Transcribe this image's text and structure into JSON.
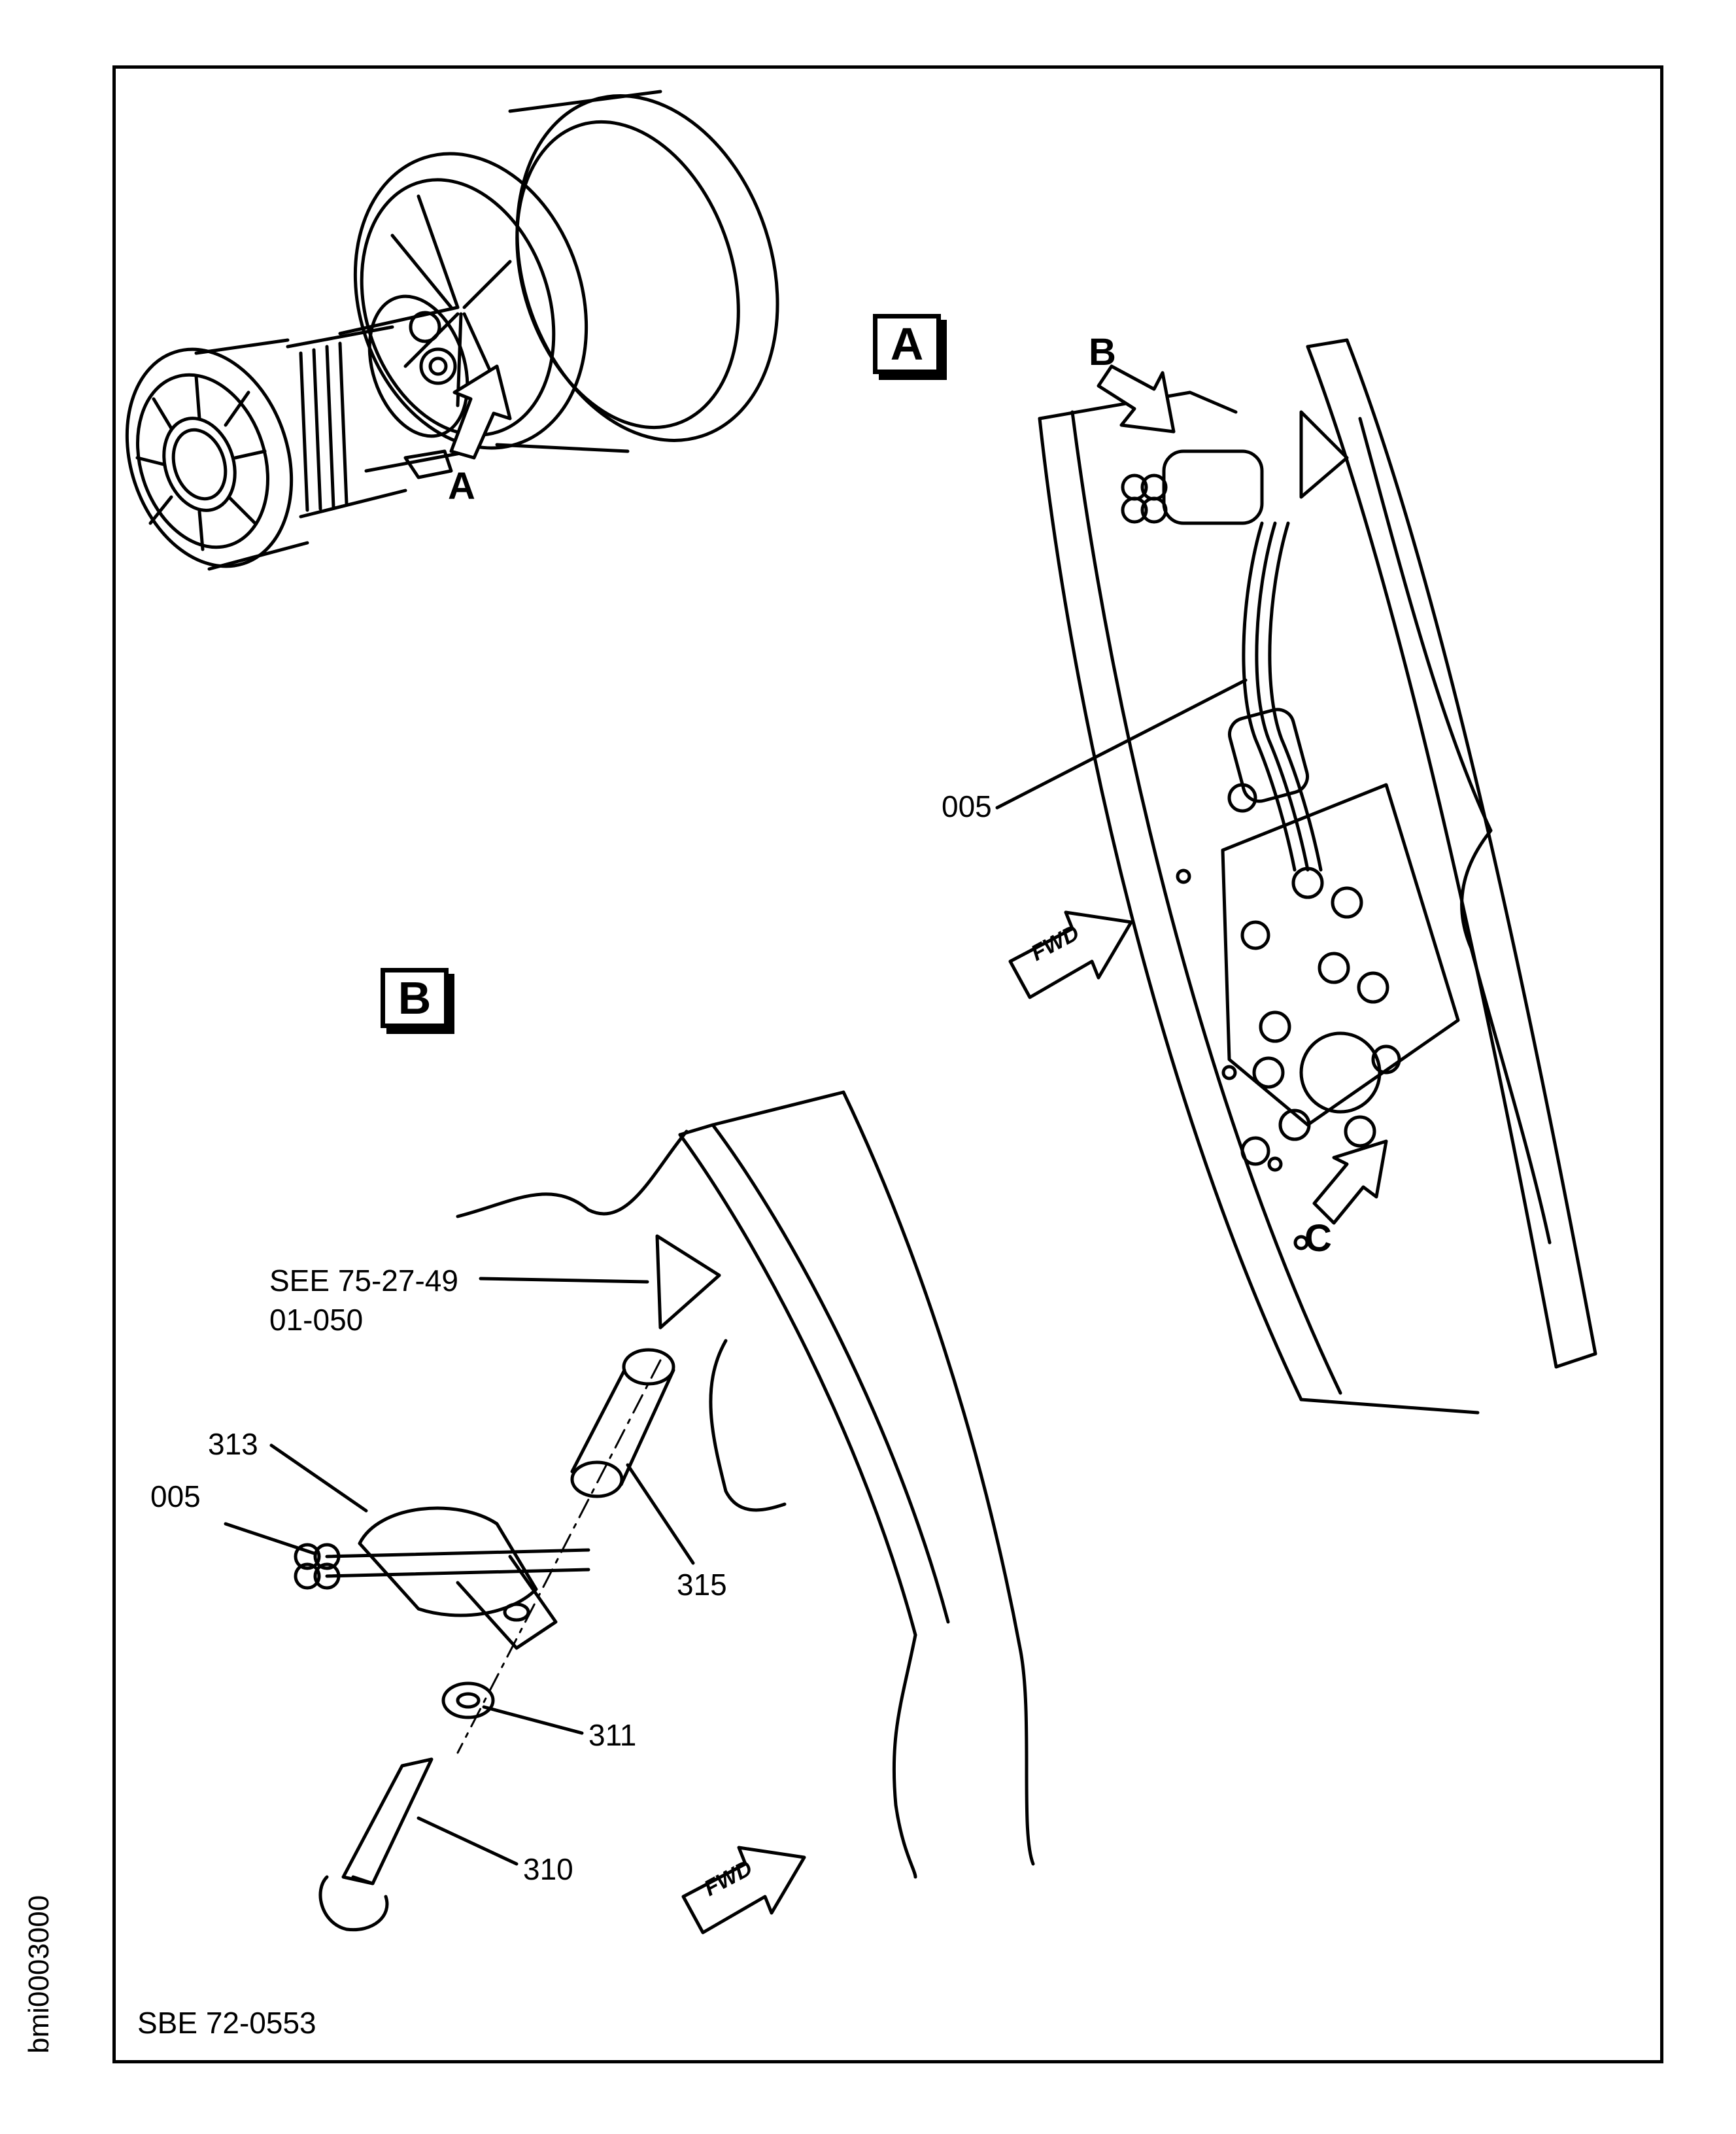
{
  "side_id": "bmi0003000",
  "footer_ref": "SBE 72-0553",
  "view_labels": {
    "view_a": "A",
    "view_b": "B",
    "arrow_a": "A",
    "arrow_b": "B",
    "arrow_c": "C"
  },
  "callouts": {
    "harness_top": "005",
    "see_ref_line1": "SEE 75-27-49",
    "see_ref_line2": "01-050",
    "clamp": "313",
    "harness": "005",
    "spacer": "315",
    "washer": "311",
    "bolt": "310"
  },
  "fwd_arrow_text": "FWD"
}
